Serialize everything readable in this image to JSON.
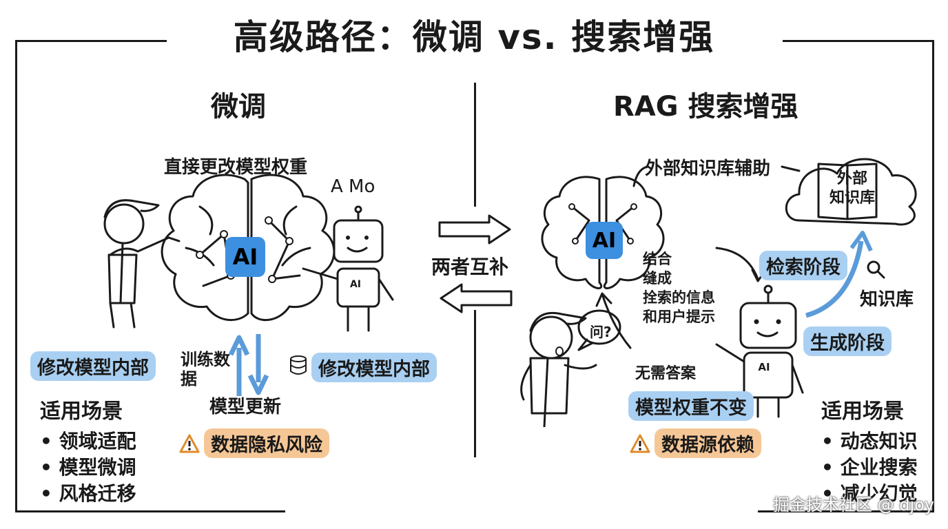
{
  "title": "高级路径：微调 vs. 搜索增强",
  "left": {
    "heading": "微调",
    "modify_weights": "直接更改模型权重",
    "stray_text": "A Mo",
    "ai_label": "AI",
    "robot_chest": "AI",
    "internal_left": "修改模型内部",
    "internal_right": "修改模型内部",
    "training_data": "训练数\n据",
    "model_update": "模型更新",
    "risk": "数据隐私风险",
    "usage_title": "适用场景",
    "usage": [
      "领域适配",
      "模型微调",
      "风格迁移"
    ]
  },
  "center": {
    "complement": "两者互补"
  },
  "right": {
    "heading": "RAG 搜索增强",
    "external_kb": "外部知识库辅助",
    "book_label": "外部\n知识库",
    "ai_label": "AI",
    "robot_chest": "AI",
    "combine": "结合\n缝成\n拴索的信息\n和用户提示",
    "question": "问?",
    "no_answer": "无需答案",
    "retrieval_stage": "检索阶段",
    "kb_search": "知识库",
    "generation_stage": "生成阶段",
    "weights_unchanged": "模型权重不变",
    "risk": "数据源依赖",
    "usage_title": "适用场景",
    "usage": [
      "动态知识",
      "企业搜索",
      "减少幻觉"
    ]
  },
  "watermark": "掘金技术社区 @ djoy",
  "colors": {
    "blue_highlight": "#a9d0f2",
    "orange_highlight": "#f6c796",
    "ai_chip": "#3d8fe0",
    "arrow_blue": "#5b9bd9",
    "warning": "#e08a2b"
  }
}
